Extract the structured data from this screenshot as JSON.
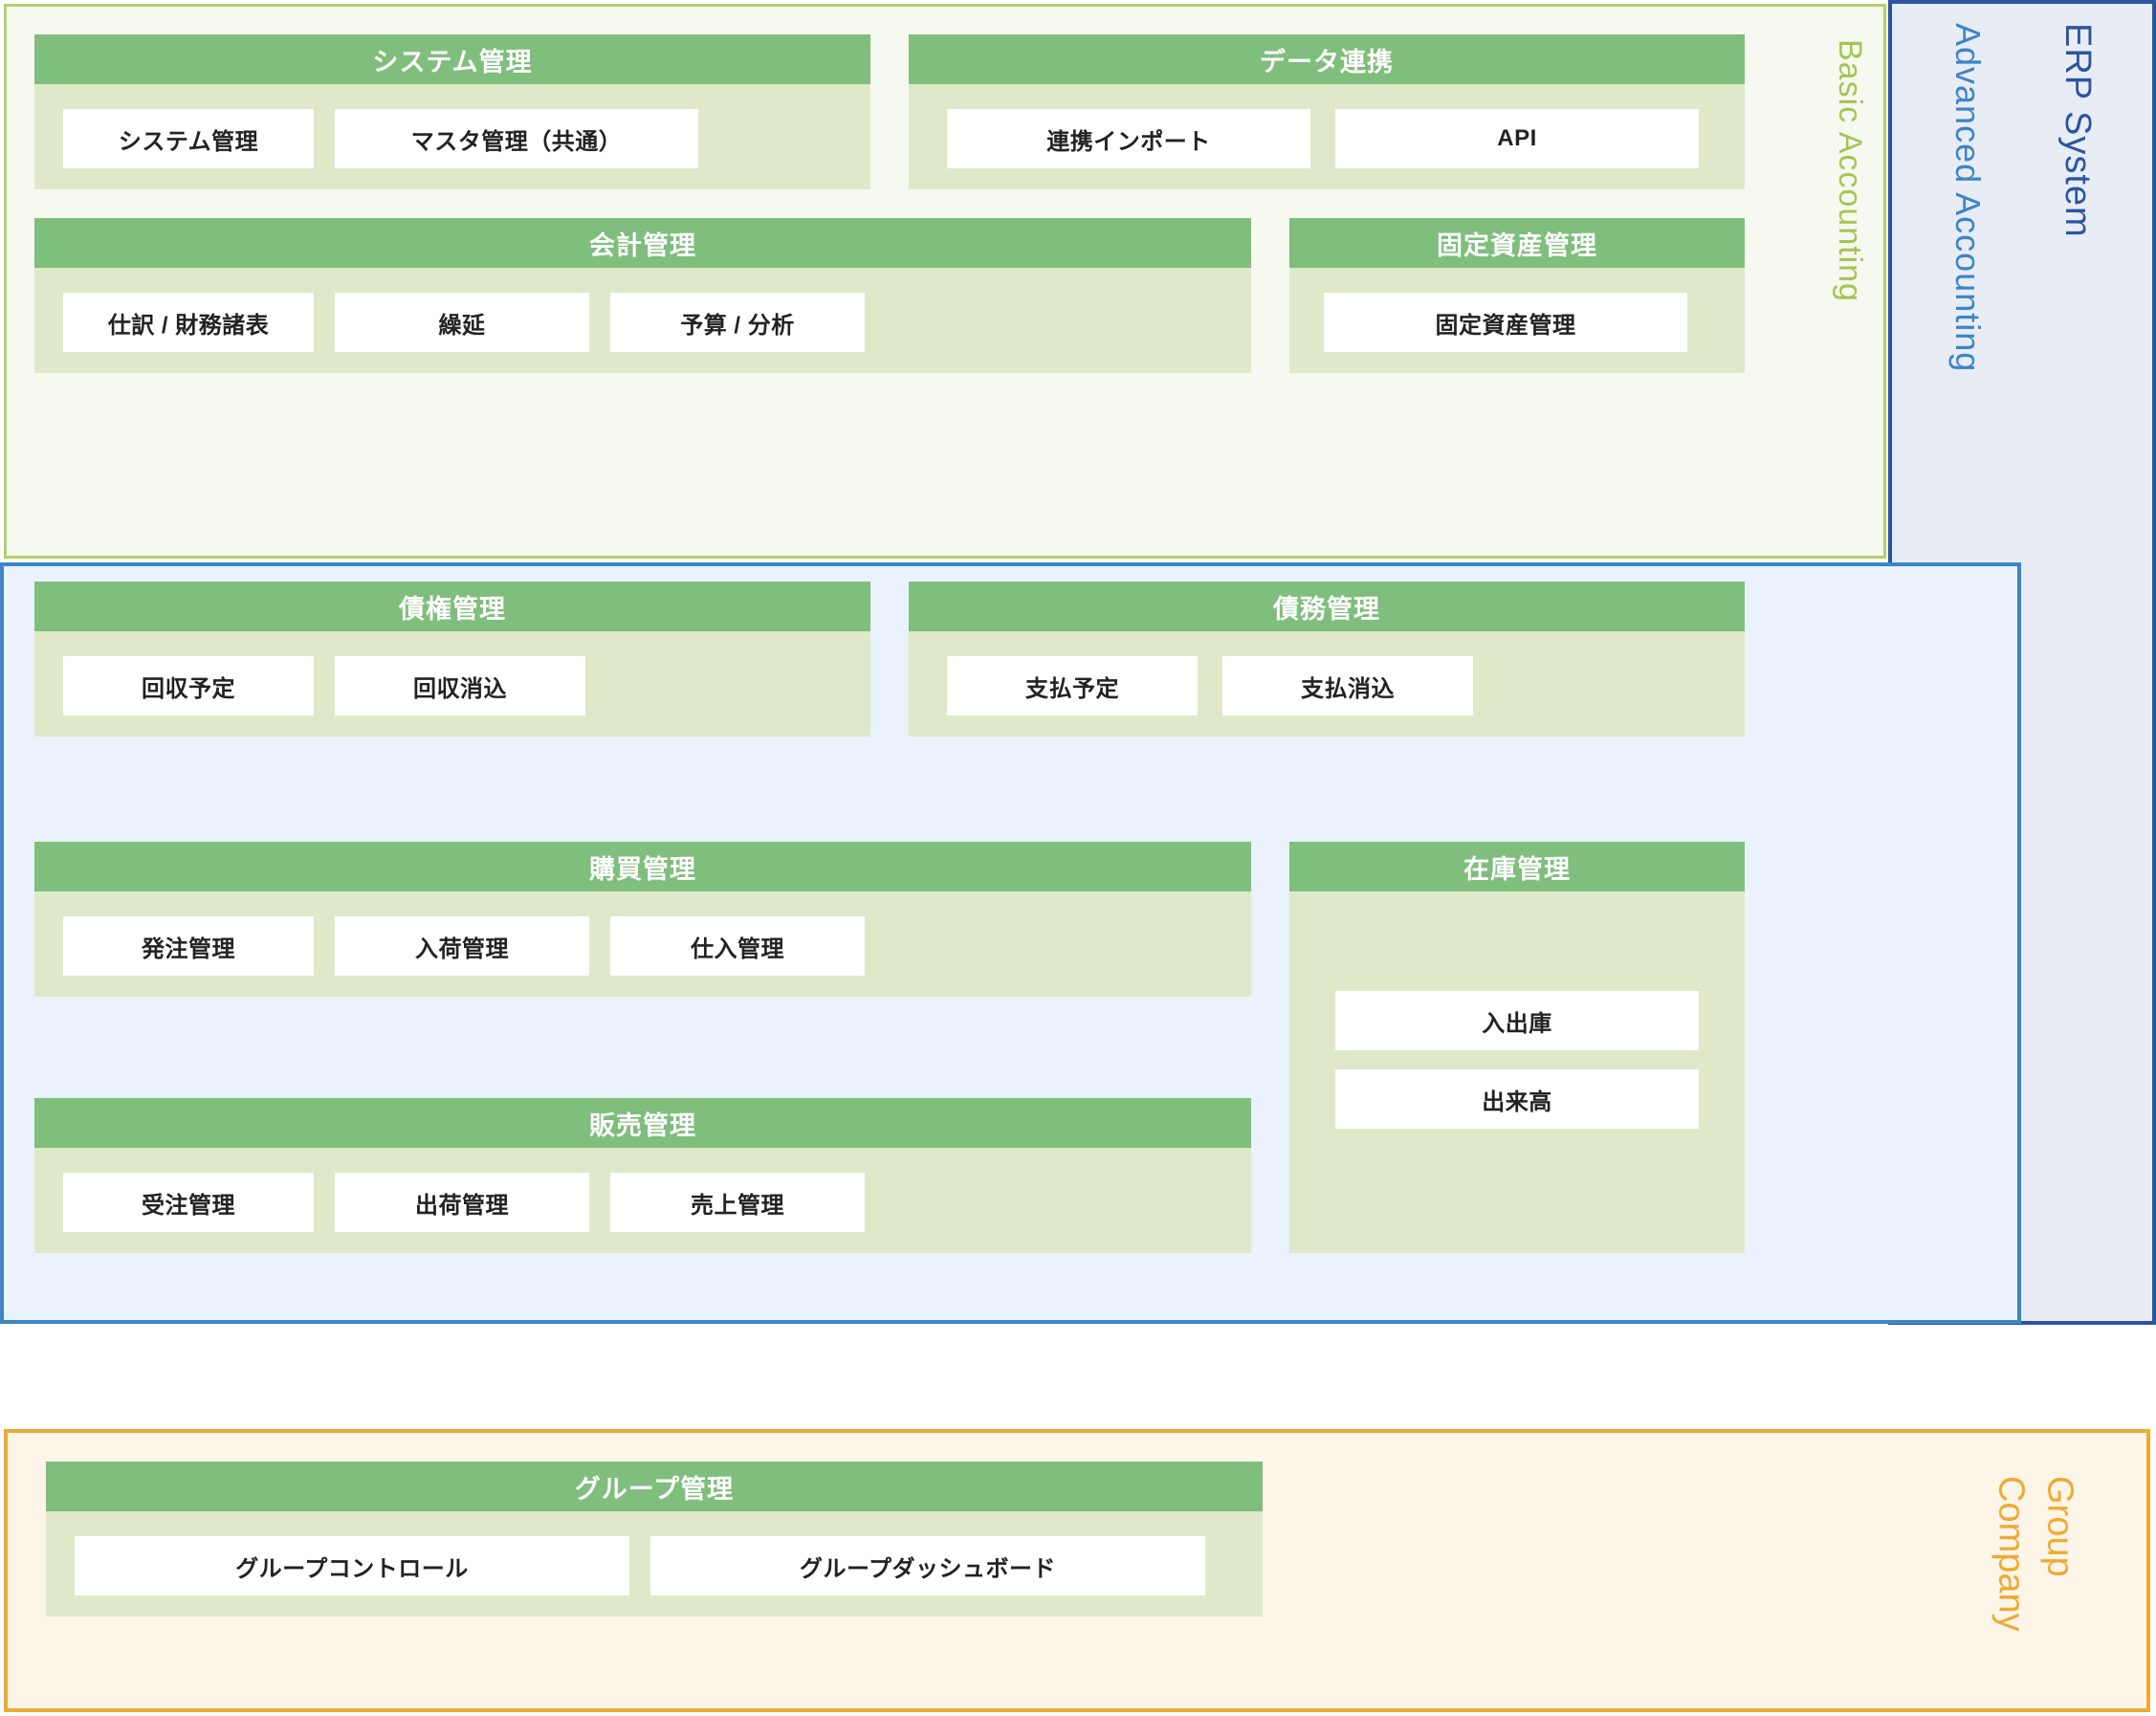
{
  "tiers": {
    "basic": {
      "label": "Basic Accounting",
      "border_color": "#b2d169",
      "bg_color": "#f5f9f0"
    },
    "advanced": {
      "label": "Advanced Accounting",
      "border_color": "#3d85c6",
      "bg_color": "#eaf2fb"
    },
    "erp": {
      "label": "ERP System",
      "border_color": "#2b55a0",
      "bg_color": "#e8ecf5"
    },
    "group": {
      "label_line1": "Group",
      "label_line2": "Company",
      "border_color": "#eeaa33",
      "bg_color": "#fdf5e8"
    }
  },
  "theme": {
    "header_green": "#7fbe7c",
    "card_green": "#dfe9c9",
    "chip_white": "#ffffff",
    "chip_text": "#222222"
  },
  "cards": {
    "system": {
      "title": "システム管理",
      "items": [
        "システム管理",
        "マスタ管理（共通）"
      ]
    },
    "data_link": {
      "title": "データ連携",
      "items": [
        "連携インポート",
        "API"
      ]
    },
    "accounting": {
      "title": "会計管理",
      "items": [
        "仕訳 / 財務諸表",
        "繰延",
        "予算 / 分析"
      ]
    },
    "fixed_asset": {
      "title": "固定資産管理",
      "items": [
        "固定資産管理"
      ]
    },
    "receivable": {
      "title": "債権管理",
      "items": [
        "回収予定",
        "回収消込"
      ]
    },
    "payable": {
      "title": "債務管理",
      "items": [
        "支払予定",
        "支払消込"
      ]
    },
    "purchasing": {
      "title": "購買管理",
      "items": [
        "発注管理",
        "入荷管理",
        "仕入管理"
      ]
    },
    "sales": {
      "title": "販売管理",
      "items": [
        "受注管理",
        "出荷管理",
        "売上管理"
      ]
    },
    "inventory": {
      "title": "在庫管理",
      "items": [
        "入出庫",
        "出来高"
      ]
    },
    "group_mgmt": {
      "title": "グループ管理",
      "items": [
        "グループコントロール",
        "グループダッシュボード"
      ]
    }
  }
}
